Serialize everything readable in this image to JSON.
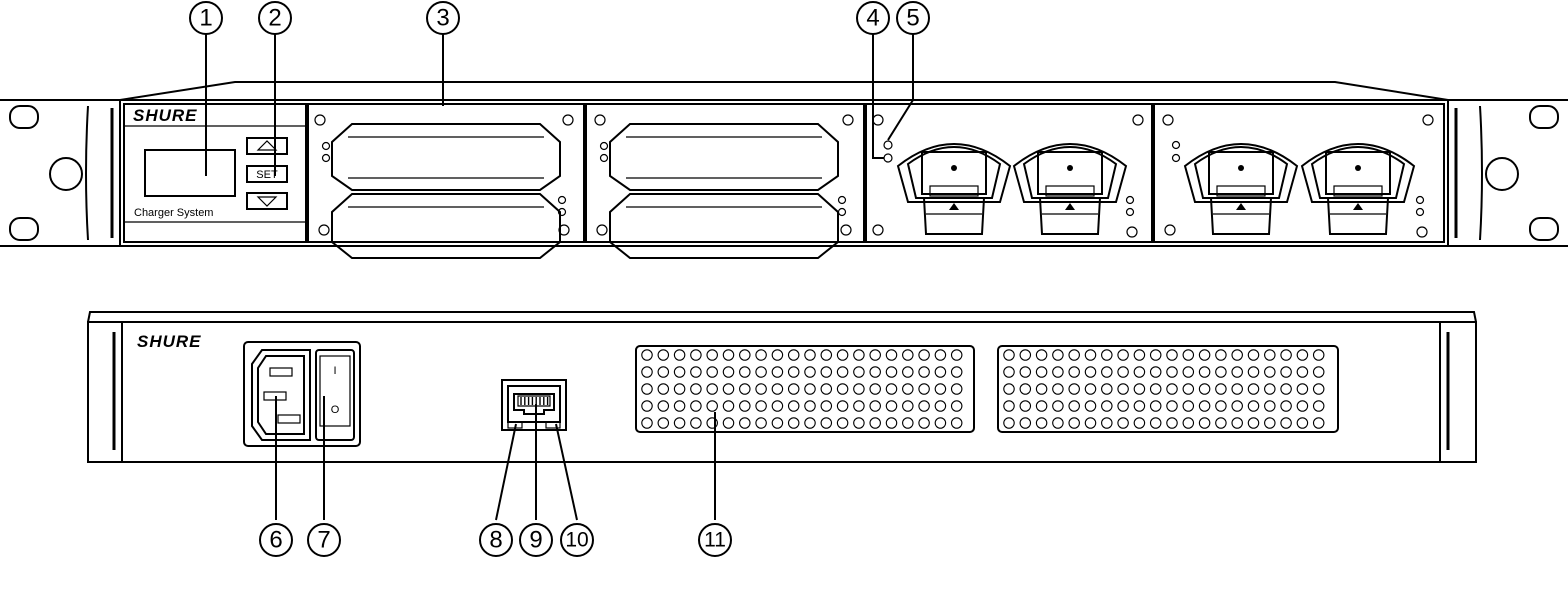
{
  "front_panel": {
    "brand": "SHURE",
    "display_label": "Charger System",
    "set_button": "SET",
    "power_switch_on": "I",
    "power_switch_off": "O"
  },
  "rear_panel": {
    "brand": "SHURE"
  },
  "callouts": [
    "1",
    "2",
    "3",
    "4",
    "5",
    "6",
    "7",
    "8",
    "9",
    "10",
    "11"
  ]
}
